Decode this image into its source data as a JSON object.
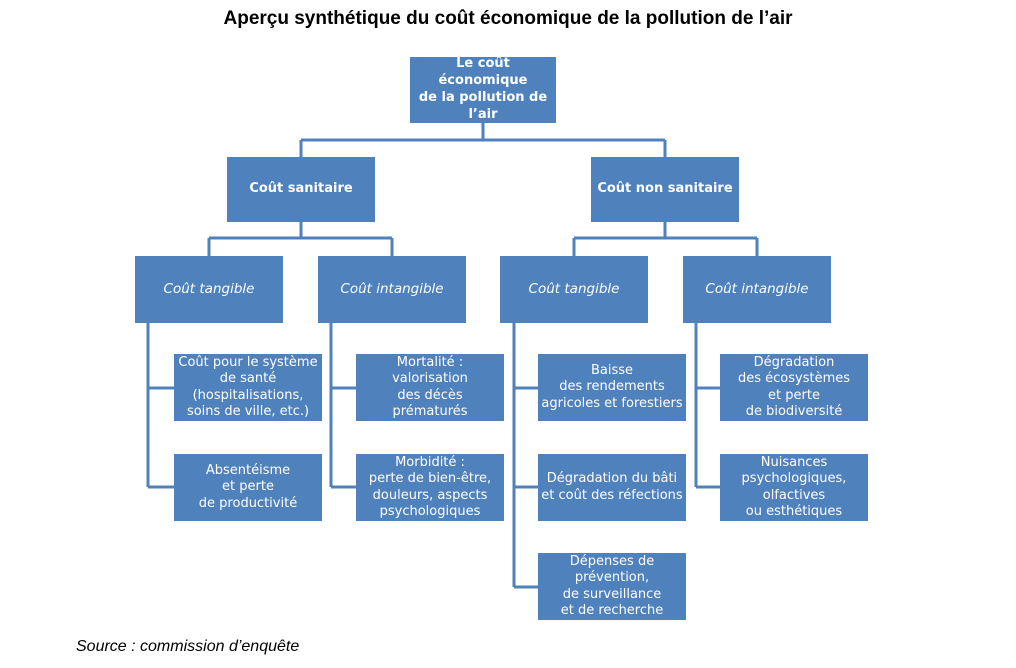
{
  "title": "Aperçu synthétique du coût économique de la pollution de l’air",
  "colors": {
    "box": "#4f81bd",
    "line": "#4f81bd",
    "text": "#ffffff"
  },
  "root": {
    "label": "Le coût économique\nde la pollution de\nl’air"
  },
  "branches": [
    {
      "label": "Coût sanitaire",
      "groups": [
        {
          "label": "Coût tangible",
          "items": [
            "Coût pour le système\nde santé\n(hospitalisations,\nsoins de ville, etc.)",
            "Absentéisme\net perte\nde productivité"
          ]
        },
        {
          "label": "Coût intangible",
          "items": [
            "Mortalité :\nvalorisation\ndes décès\nprématurés",
            "Morbidité :\nperte de bien-être,\ndouleurs, aspects\npsychologiques"
          ]
        }
      ]
    },
    {
      "label": "Coût non sanitaire",
      "groups": [
        {
          "label": "Coût tangible",
          "items": [
            "Baisse\ndes rendements\nagricoles et forestiers",
            "Dégradation du bâti\net coût des réfections",
            "Dépenses de\nprévention,\nde surveillance\net de recherche"
          ]
        },
        {
          "label": "Coût intangible",
          "items": [
            "Dégradation\ndes écosystèmes\net perte\nde biodiversité",
            "Nuisances\npsychologiques,\nolfactives\nou esthétiques"
          ]
        }
      ]
    }
  ],
  "source": "Source : commission d’enquête"
}
